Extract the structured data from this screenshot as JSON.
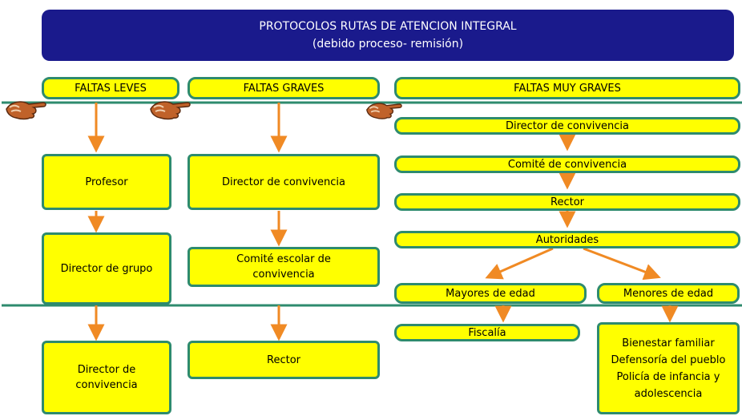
{
  "title": {
    "line1": "PROTOCOLOS RUTAS DE ATENCION INTEGRAL",
    "line2": "(debido proceso- remisión)"
  },
  "columns": {
    "leves": {
      "header": "FALTAS LEVES",
      "step1": "Profesor",
      "step2": "Director de grupo",
      "step3": "Director de convivencia"
    },
    "graves": {
      "header": "FALTAS GRAVES",
      "step1": "Director de convivencia",
      "step2": "Comité escolar de convivencia",
      "step3": "Rector"
    },
    "muy_graves": {
      "header": "FALTAS MUY GRAVES",
      "step1": "Director de convivencia",
      "step2": "Comité de convivencia",
      "step3": "Rector",
      "step4": "Autoridades",
      "mayores": "Mayores de edad",
      "fiscalia": "Fiscalía",
      "menores": "Menores de edad",
      "menores_dest": [
        "Bienestar familiar",
        "Defensoría del pueblo",
        "Policía de infancia y adolescencia"
      ]
    }
  },
  "colors": {
    "box_fill": "#ffff00",
    "box_border": "#2e8b6e",
    "arrow": "#f08a24",
    "title_bg": "#1a1a8c",
    "title_text": "#ffffff"
  },
  "icons": [
    "pointing-hand-icon",
    "pointing-hand-icon",
    "pointing-hand-icon"
  ]
}
